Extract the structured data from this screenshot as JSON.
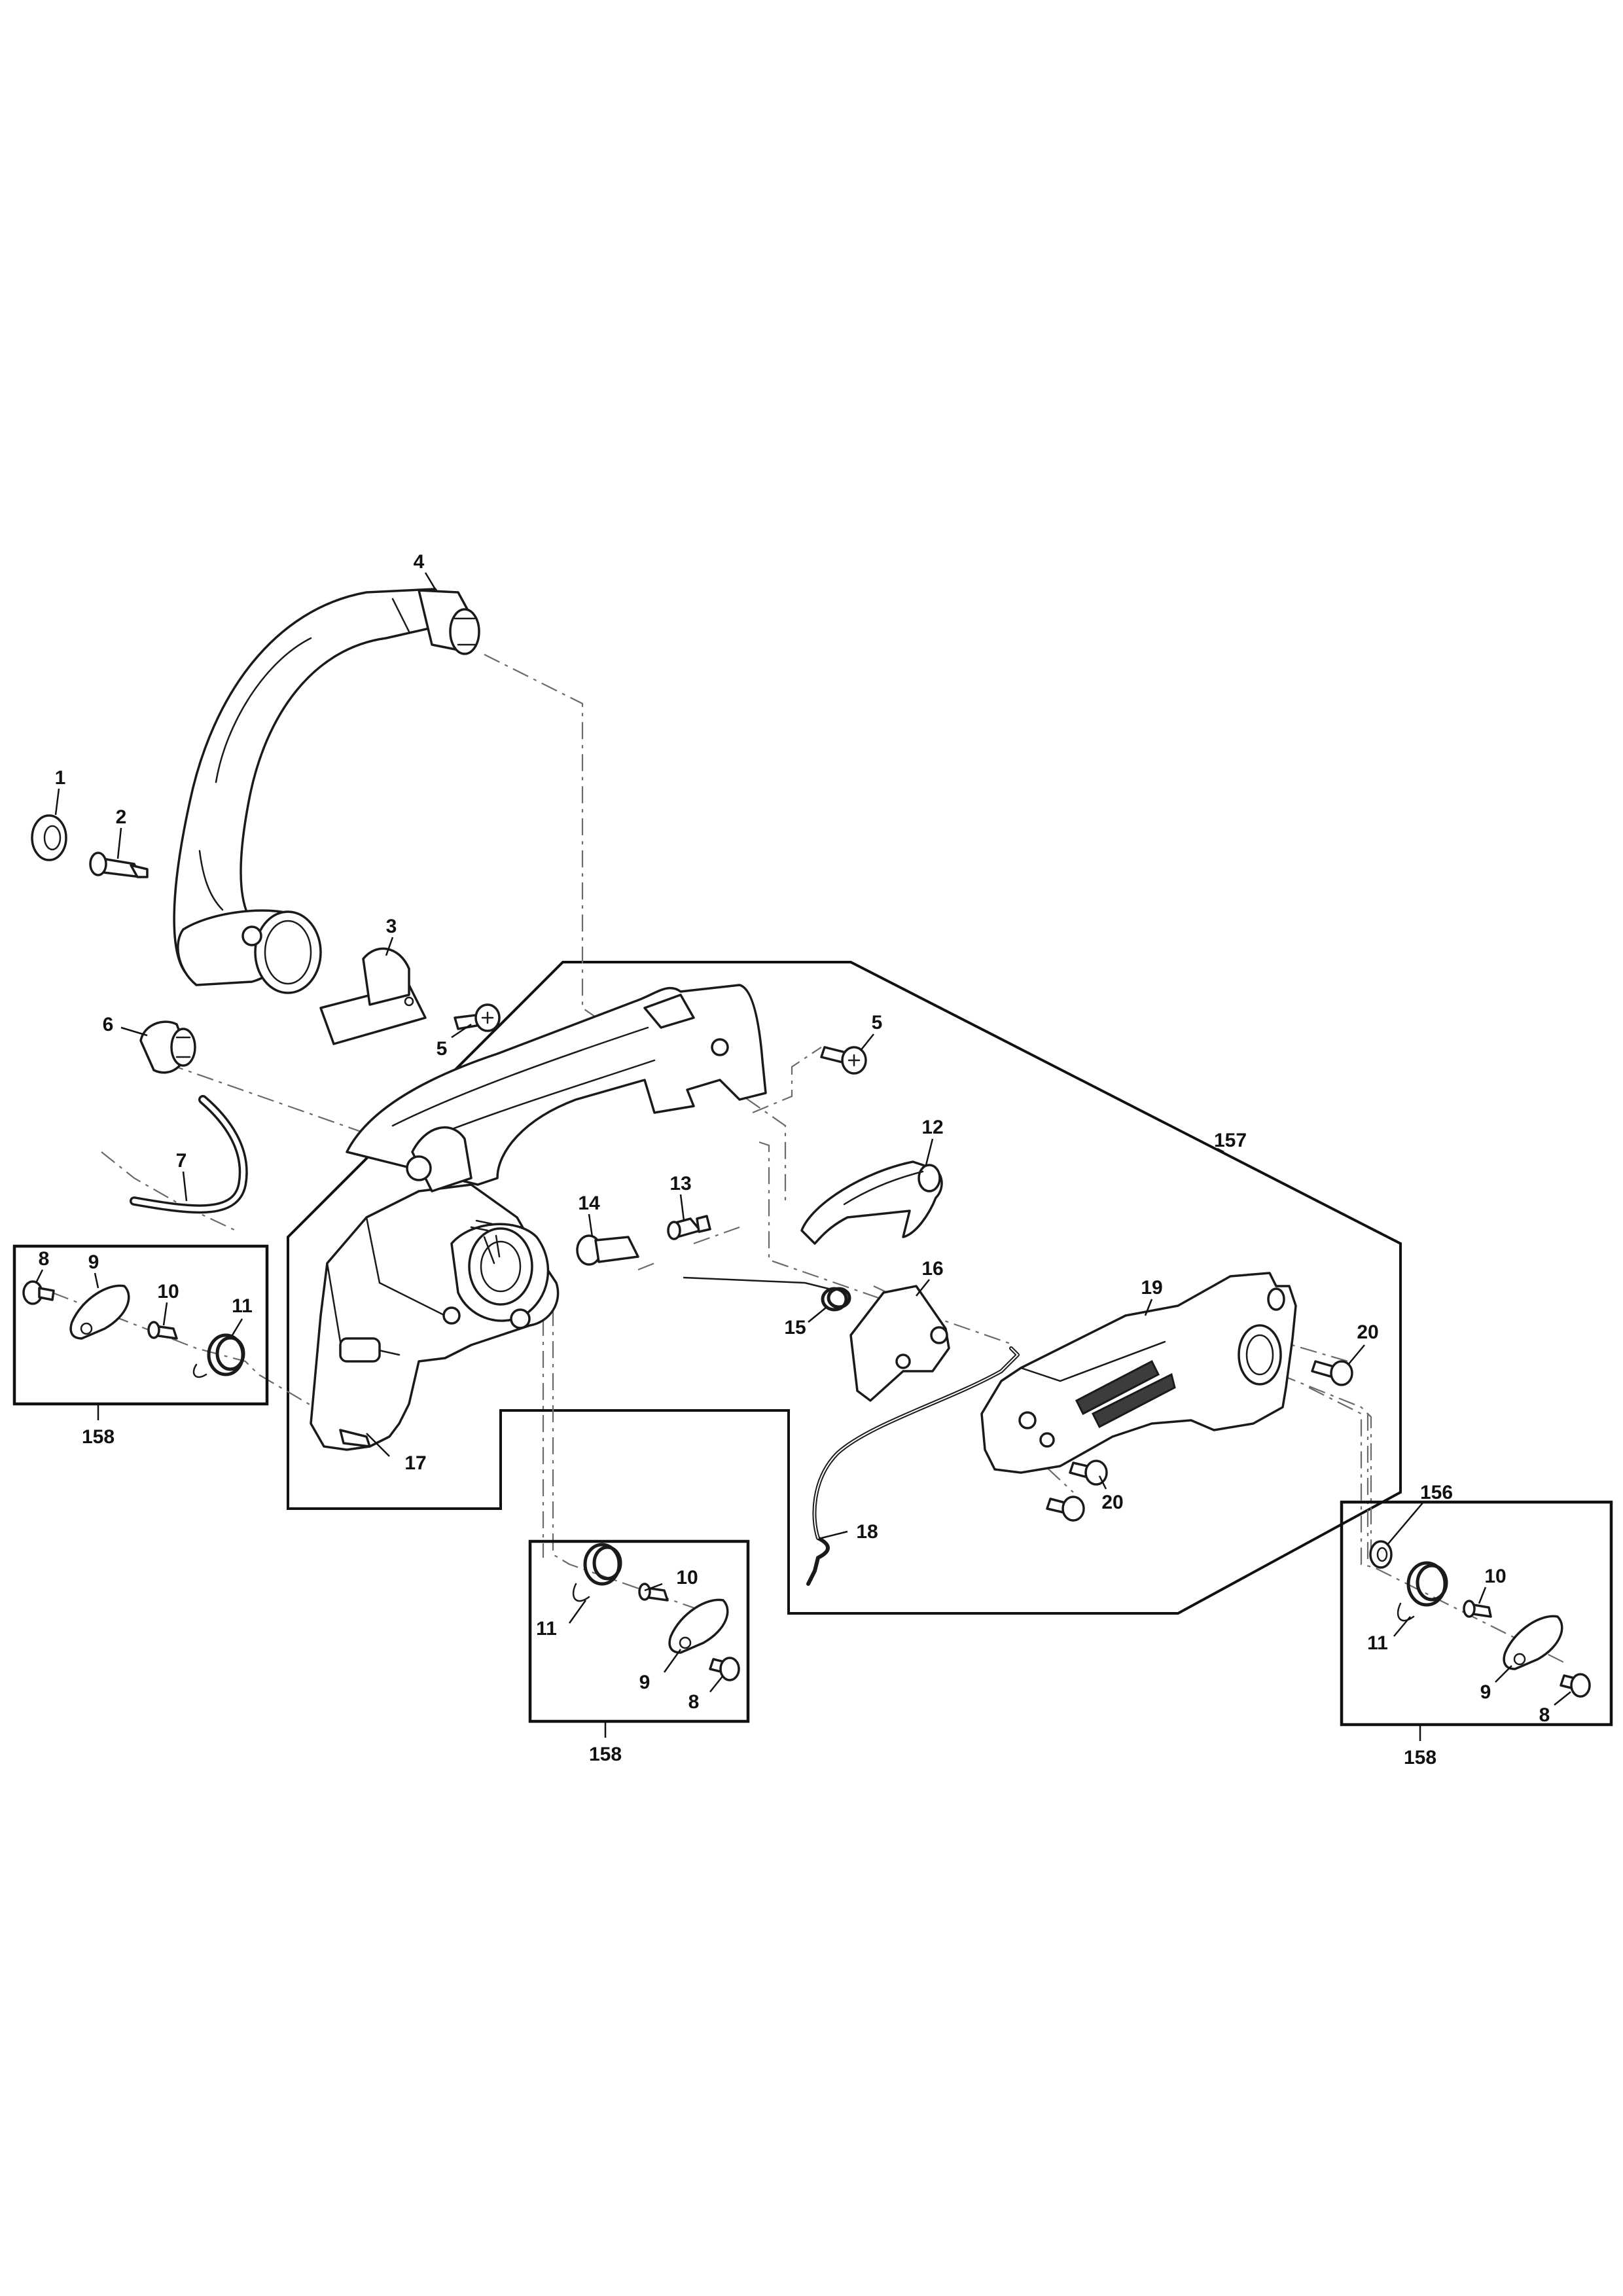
{
  "labels": {
    "l1": "1",
    "l2": "2",
    "l3": "3",
    "l4": "4",
    "l5a": "5",
    "l5b": "5",
    "l6": "6",
    "l7": "7",
    "l8a": "8",
    "l9a": "9",
    "l10a": "10",
    "l11a": "11",
    "l12": "12",
    "l13": "13",
    "l14": "14",
    "l15": "15",
    "l16": "16",
    "l17": "17",
    "l18": "18",
    "l19": "19",
    "l20a": "20",
    "l20b": "20",
    "l11b": "11",
    "l10b": "10",
    "l9b": "9",
    "l8b": "8",
    "l156": "156",
    "l10c": "10",
    "l11c": "11",
    "l9c": "9",
    "l8c": "8",
    "l157": "157",
    "l158a": "158",
    "l158b": "158",
    "l158c": "158"
  }
}
